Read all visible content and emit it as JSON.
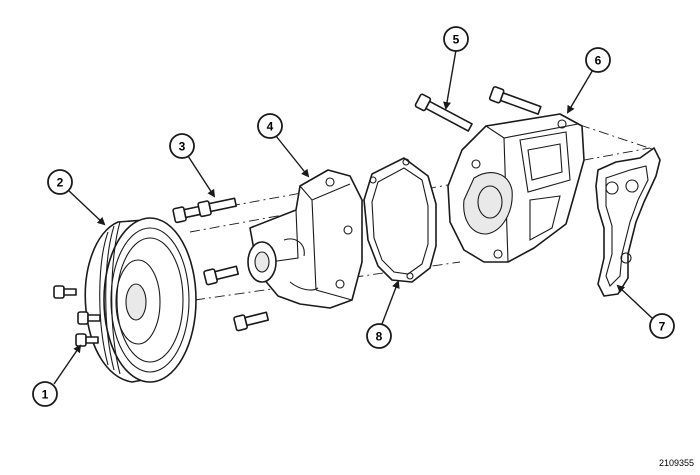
{
  "diagram": {
    "figure_id": "2109355",
    "callouts": [
      {
        "id": "callout-1",
        "label": "1"
      },
      {
        "id": "callout-2",
        "label": "2"
      },
      {
        "id": "callout-3",
        "label": "3"
      },
      {
        "id": "callout-4",
        "label": "4"
      },
      {
        "id": "callout-5",
        "label": "5"
      },
      {
        "id": "callout-6",
        "label": "6"
      },
      {
        "id": "callout-7",
        "label": "7"
      },
      {
        "id": "callout-8",
        "label": "8"
      }
    ]
  }
}
